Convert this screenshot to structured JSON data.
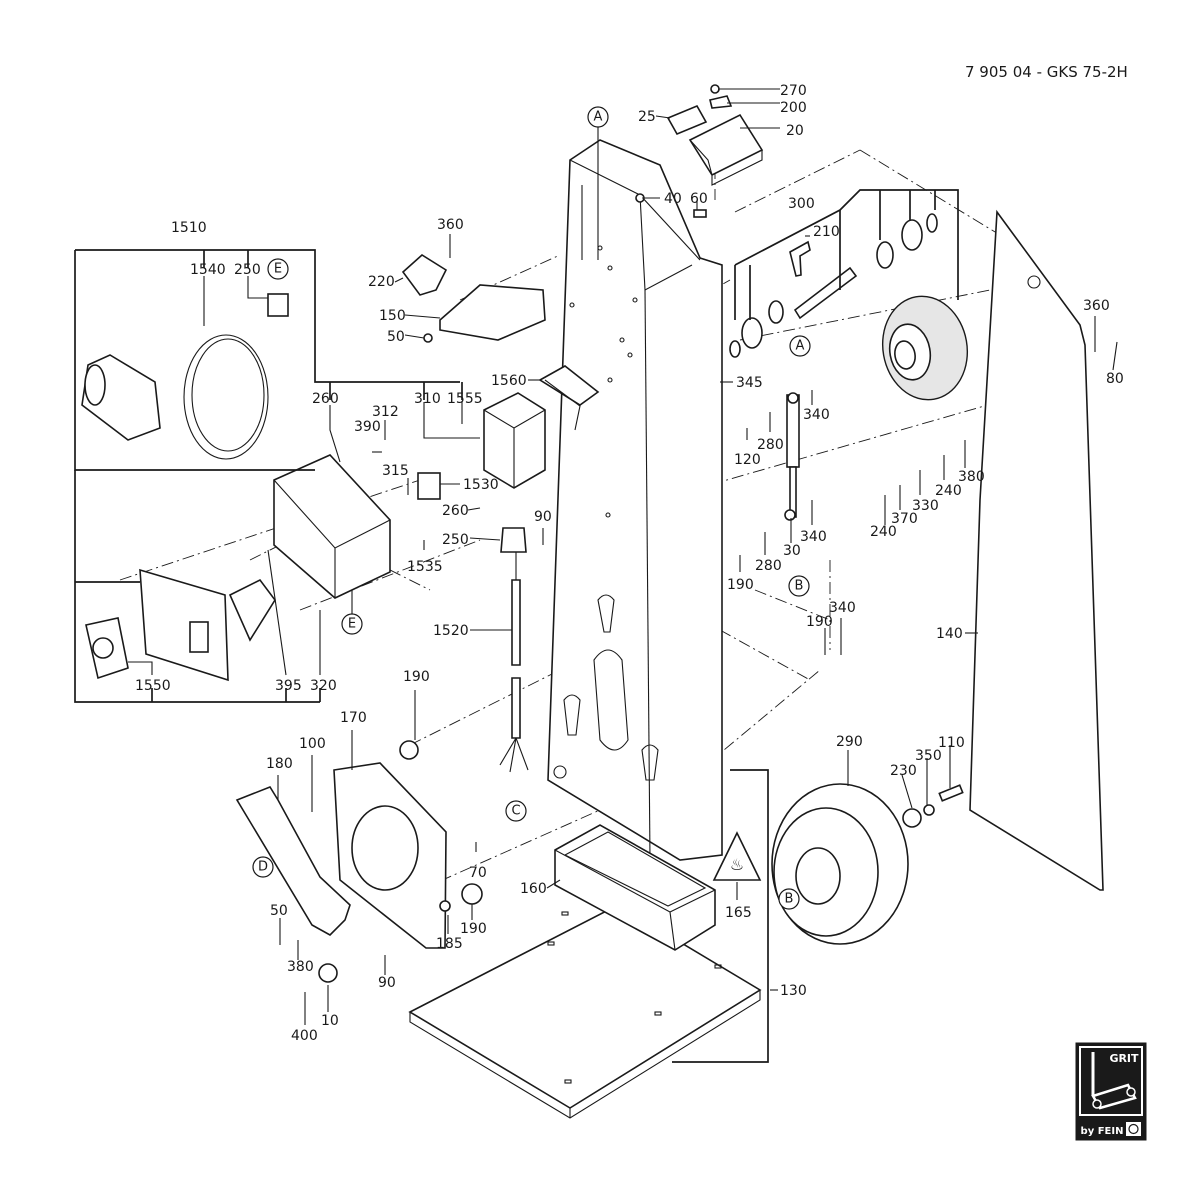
{
  "document": {
    "title": "7 905 04 - GKS 75-2H"
  },
  "logo": {
    "top_text": "GRIT",
    "bottom_text": "by FEIN"
  },
  "callouts": {
    "c270": "270",
    "c200": "200",
    "c25": "25",
    "c20": "20",
    "c40": "40",
    "c60": "60",
    "c300": "300",
    "c210": "210",
    "c360a": "360",
    "c220": "220",
    "c150": "150",
    "c50a": "50",
    "c1510": "1510",
    "c1540": "1540",
    "c250a": "250",
    "c260a": "260",
    "c310": "310",
    "c1555": "1555",
    "c1560": "1560",
    "c312": "312",
    "c390": "390",
    "c315": "315",
    "c1530": "1530",
    "c260b": "260",
    "c250b": "250",
    "c1535": "1535",
    "c90a": "90",
    "c1520": "1520",
    "c395": "395",
    "c320": "320",
    "c1550": "1550",
    "c345": "345",
    "c340a": "340",
    "c280a": "280",
    "c120": "120",
    "c340b": "340",
    "c30": "30",
    "c280b": "280",
    "c190a": "190",
    "c360b": "360",
    "c80": "80",
    "c380a": "380",
    "c240a": "240",
    "c330": "330",
    "c370": "370",
    "c240b": "240",
    "c190b": "190",
    "c340c": "340",
    "c140": "140",
    "c190c": "190",
    "c170": "170",
    "c100": "100",
    "c180": "180",
    "c70": "70",
    "c185": "185",
    "c190d": "190",
    "c160": "160",
    "c165": "165",
    "c290": "290",
    "c350": "350",
    "c110": "110",
    "c230": "230",
    "c130": "130",
    "c50b": "50",
    "c380b": "380",
    "c90b": "90",
    "c10": "10",
    "c400": "400"
  },
  "markers": {
    "mA1": "A",
    "mA2": "A",
    "mB1": "B",
    "mB2": "B",
    "mC": "C",
    "mD": "D",
    "mE1": "E",
    "mE2": "E"
  }
}
